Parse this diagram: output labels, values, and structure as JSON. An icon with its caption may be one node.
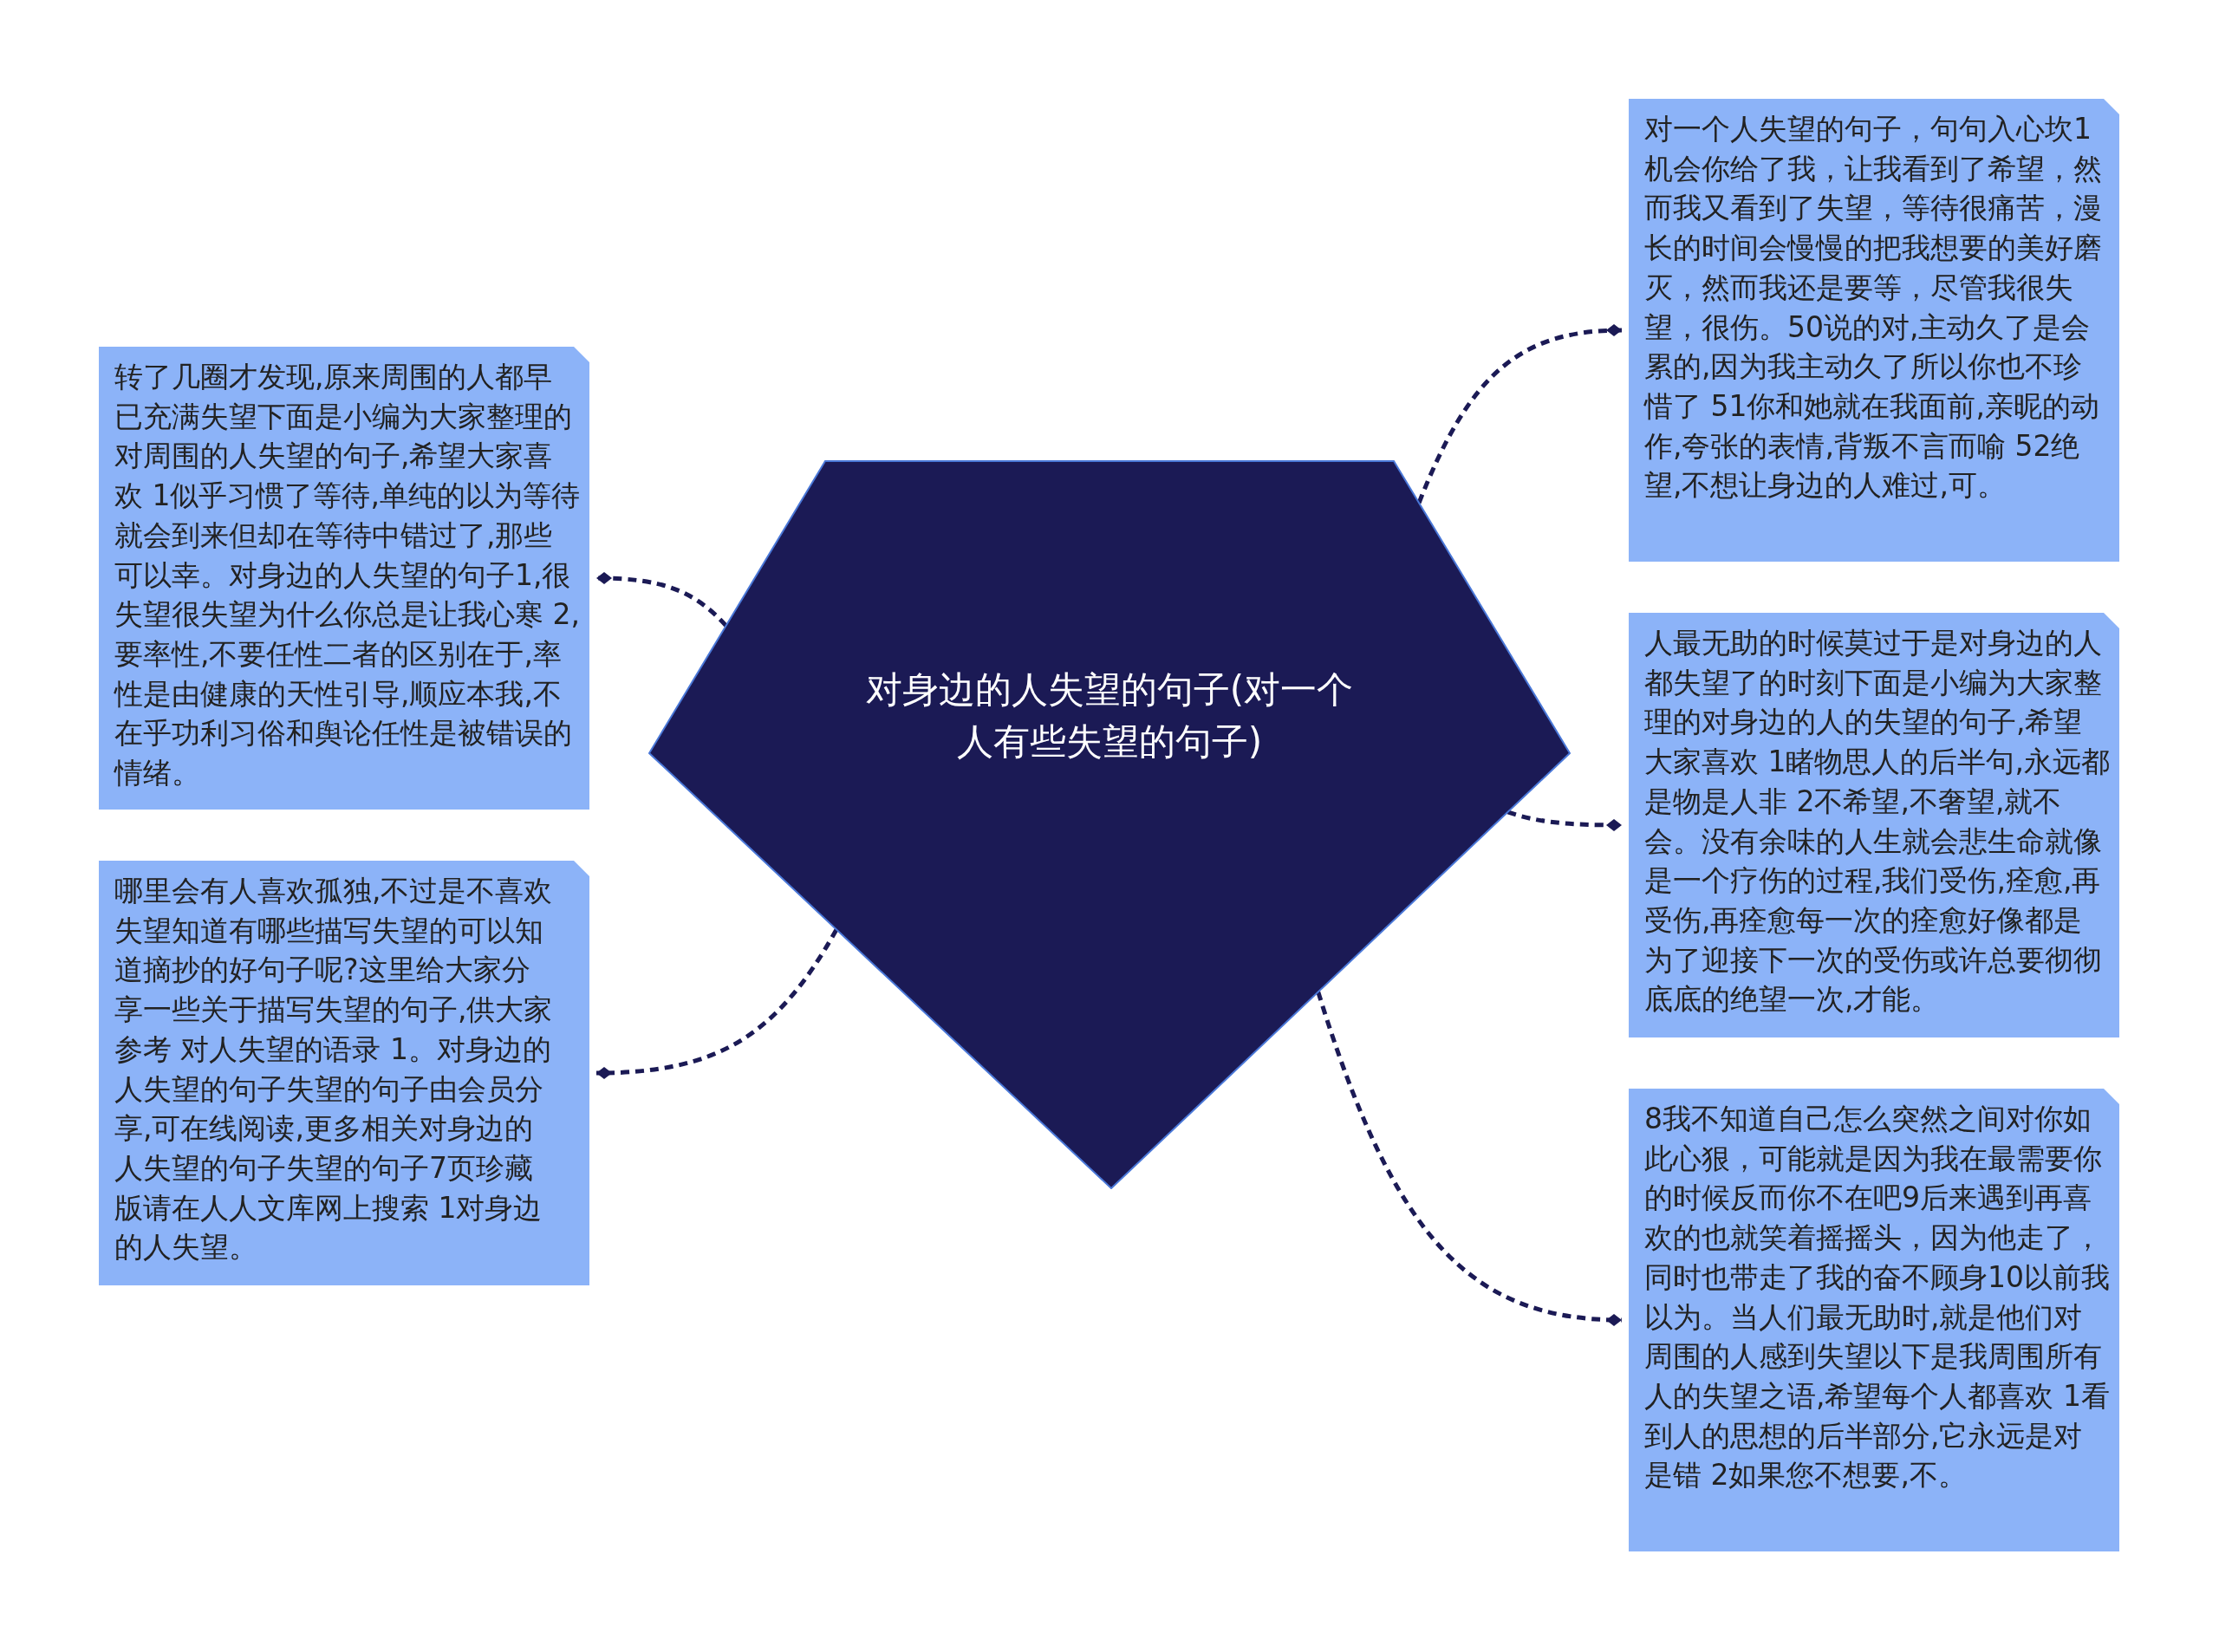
{
  "diagram": {
    "nodes": [
      {
        "text": [
          "对身边的人失望的句子(对一个人有些失望的句子)"
        ]
      },
      {
        "text": [
          "转了几圈才发现,原来周围的人都早已充满失望下面是小编为大家整理的对周围的人失望的句子,希望大家喜欢 1似乎习惯了等待,单纯的以为等待就会到来但却在等待中错过了,那些可以幸。对身边的人失望的句子1,很失望很失望为什么你总是让我心寒 2,要率性,不要任性二者的区别在于,率性是由健康的天性引导,顺应本我,不在乎功利习俗和舆论任性是被错误的情绪。"
        ]
      },
      {
        "text": [
          "哪里会有人喜欢孤独,不过是不喜欢失望知道有哪些描写失望的可以知道摘抄的好句子呢?这里给大家分享一些关于描写失望的句子,供大家参考 对人失望的语录 1。对身边的人失望的句子失望的句子由会员分享,可在线阅读,更多相关对身边的人失望的句子失望的句子7页珍藏版请在人人文库网上搜索 1对身边的人失望。"
        ]
      },
      {
        "text": [
          "对一个人失望的句子，句句入心坎1机会你给了我，让我看到了希望，然而我又看到了失望，等待很痛苦，漫长的时间会慢慢的把我想要的美好磨灭，然而我还是要等，尽管我很失望，很伤。50说的对,主动久了是会累的,因为我主动久了所以你也不珍惜了 51你和她就在我面前,亲昵的动作,夸张的表情,背叛不言而喻 52绝望,不想让身边的人难过,可。"
        ]
      },
      {
        "text": [
          "人最无助的时候莫过于是对身边的人都失望了的时刻下面是小编为大家整理的对身边的人的失望的句子,希望大家喜欢 1睹物思人的后半句,永远都是物是人非 2不希望,不奢望,就不会。没有余味的人生就会悲生命就像是一个疗伤的过程,我们受伤,痊愈,再受伤,再痊愈每一次的痊愈好像都是为了迎接下一次的受伤或许总要彻彻底底的绝望一次,才能。"
        ]
      },
      {
        "text": [
          "8我不知道自己怎么突然之间对你如此心狠，可能就是因为我在最需要你的时候反而你不在吧9后来遇到再喜欢的也就笑着摇摇头，因为他走了，同时也带走了我的奋不顾身10以前我以为。当人们最无助时,就是他们对周围的人感到失望以下是我周围所有人的失望之语,希望每个人都喜欢 1看到人的思想的后半部分,它永远是对是错 2如果您不想要,不。"
        ]
      }
    ],
    "edges": [
      {
        "from": 0,
        "to": 1,
        "arrow": "other",
        "style": "dashed"
      },
      {
        "from": 0,
        "to": 2,
        "arrow": "other",
        "style": "dashed"
      },
      {
        "from": 0,
        "to": 3,
        "arrow": "other",
        "style": "dashed"
      },
      {
        "from": 0,
        "to": 4,
        "arrow": "other",
        "style": "dashed"
      },
      {
        "from": 0,
        "to": 5,
        "arrow": "other",
        "style": "dashed"
      }
    ]
  }
}
